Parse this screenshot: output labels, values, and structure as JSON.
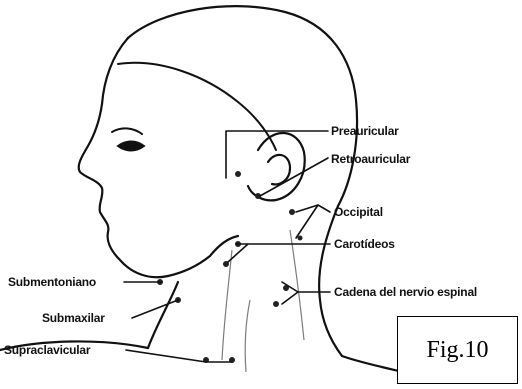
{
  "labels": {
    "preauricular": "Preauricular",
    "retroauricular": "Retroauricular",
    "occipital": "Occipital",
    "carotideos": "Carotídeos",
    "cadena_nervio_espinal": "Cadena del nervio espinal",
    "submentoniano": "Submentoniano",
    "submaxilar": "Submaxilar",
    "supraclavicular": "Supraclavicular"
  },
  "figure_label": "Fig.10",
  "colors": {
    "line": "#111111",
    "node": "#222222",
    "background": "#ffffff"
  }
}
